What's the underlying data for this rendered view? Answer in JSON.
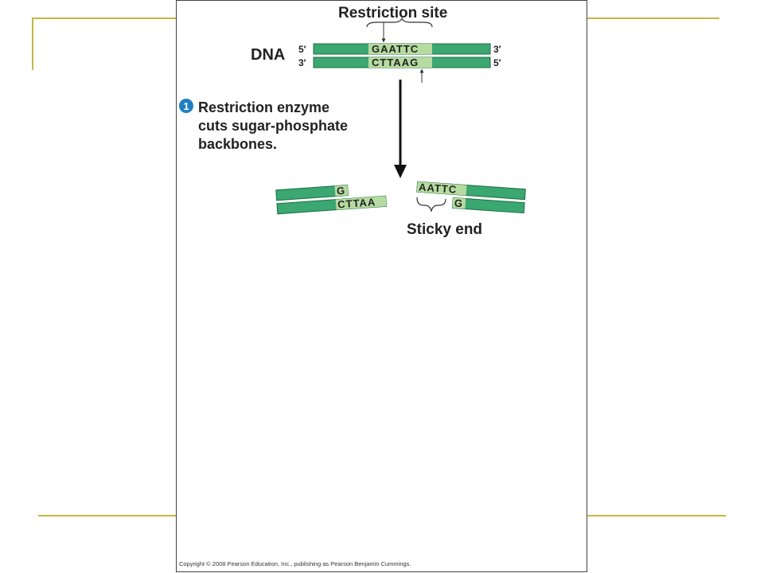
{
  "colors": {
    "slide_accent": "#c9b648",
    "strand_green": "#3aa870",
    "site_highlight": "#b6dba0",
    "step_badge": "#1f7fc3",
    "text": "#222222"
  },
  "figure": {
    "restriction_site_label": "Restriction site",
    "dna_label": "DNA",
    "top_strand": {
      "left_end": "5′",
      "sequence": "GAATTC",
      "right_end": "3′"
    },
    "bottom_strand": {
      "left_end": "3′",
      "sequence": "CTTAAG",
      "right_end": "5′"
    },
    "step": {
      "number": "1",
      "lines": [
        "Restriction enzyme",
        "cuts sugar-phosphate",
        "backbones."
      ]
    },
    "left_fragment": {
      "top": "G",
      "bottom": "CTTAA"
    },
    "right_fragment": {
      "top": "AATTC",
      "bottom": "G"
    },
    "sticky_end_label": "Sticky end"
  },
  "copyright": "Copyright © 2008 Pearson Education, Inc., publishing as Pearson Benjamin Cummings."
}
